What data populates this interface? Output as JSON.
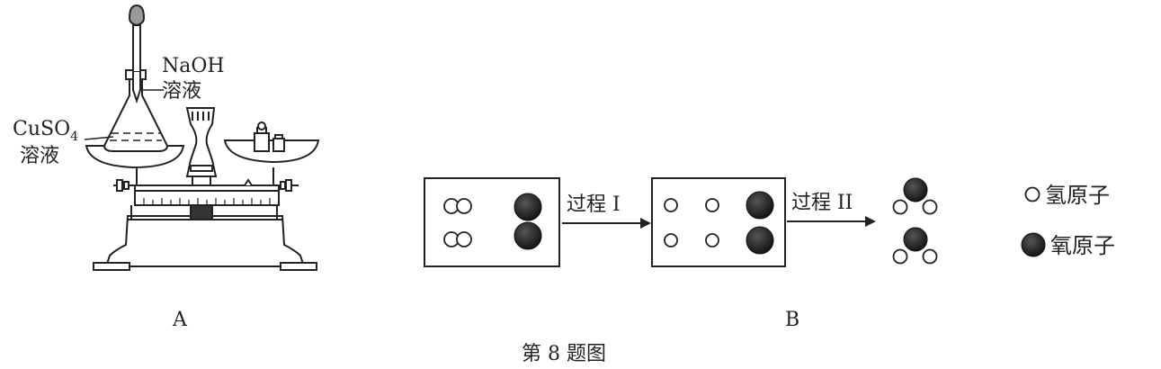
{
  "figure": {
    "caption": "第 8 题图",
    "part_a": {
      "label": "A",
      "naoh_label_line1": "NaOH",
      "naoh_label_line2": "溶液",
      "cuso4_formula_base": "CuSO",
      "cuso4_formula_sub": "4",
      "cuso4_label_line2": "溶液"
    },
    "part_b": {
      "label": "B",
      "process_1": "过程 I",
      "process_2": "过程 II",
      "legend": [
        {
          "symbol": "open-circle",
          "text": "氢原子"
        },
        {
          "symbol": "filled-circle",
          "text": "氧原子"
        }
      ]
    }
  }
}
